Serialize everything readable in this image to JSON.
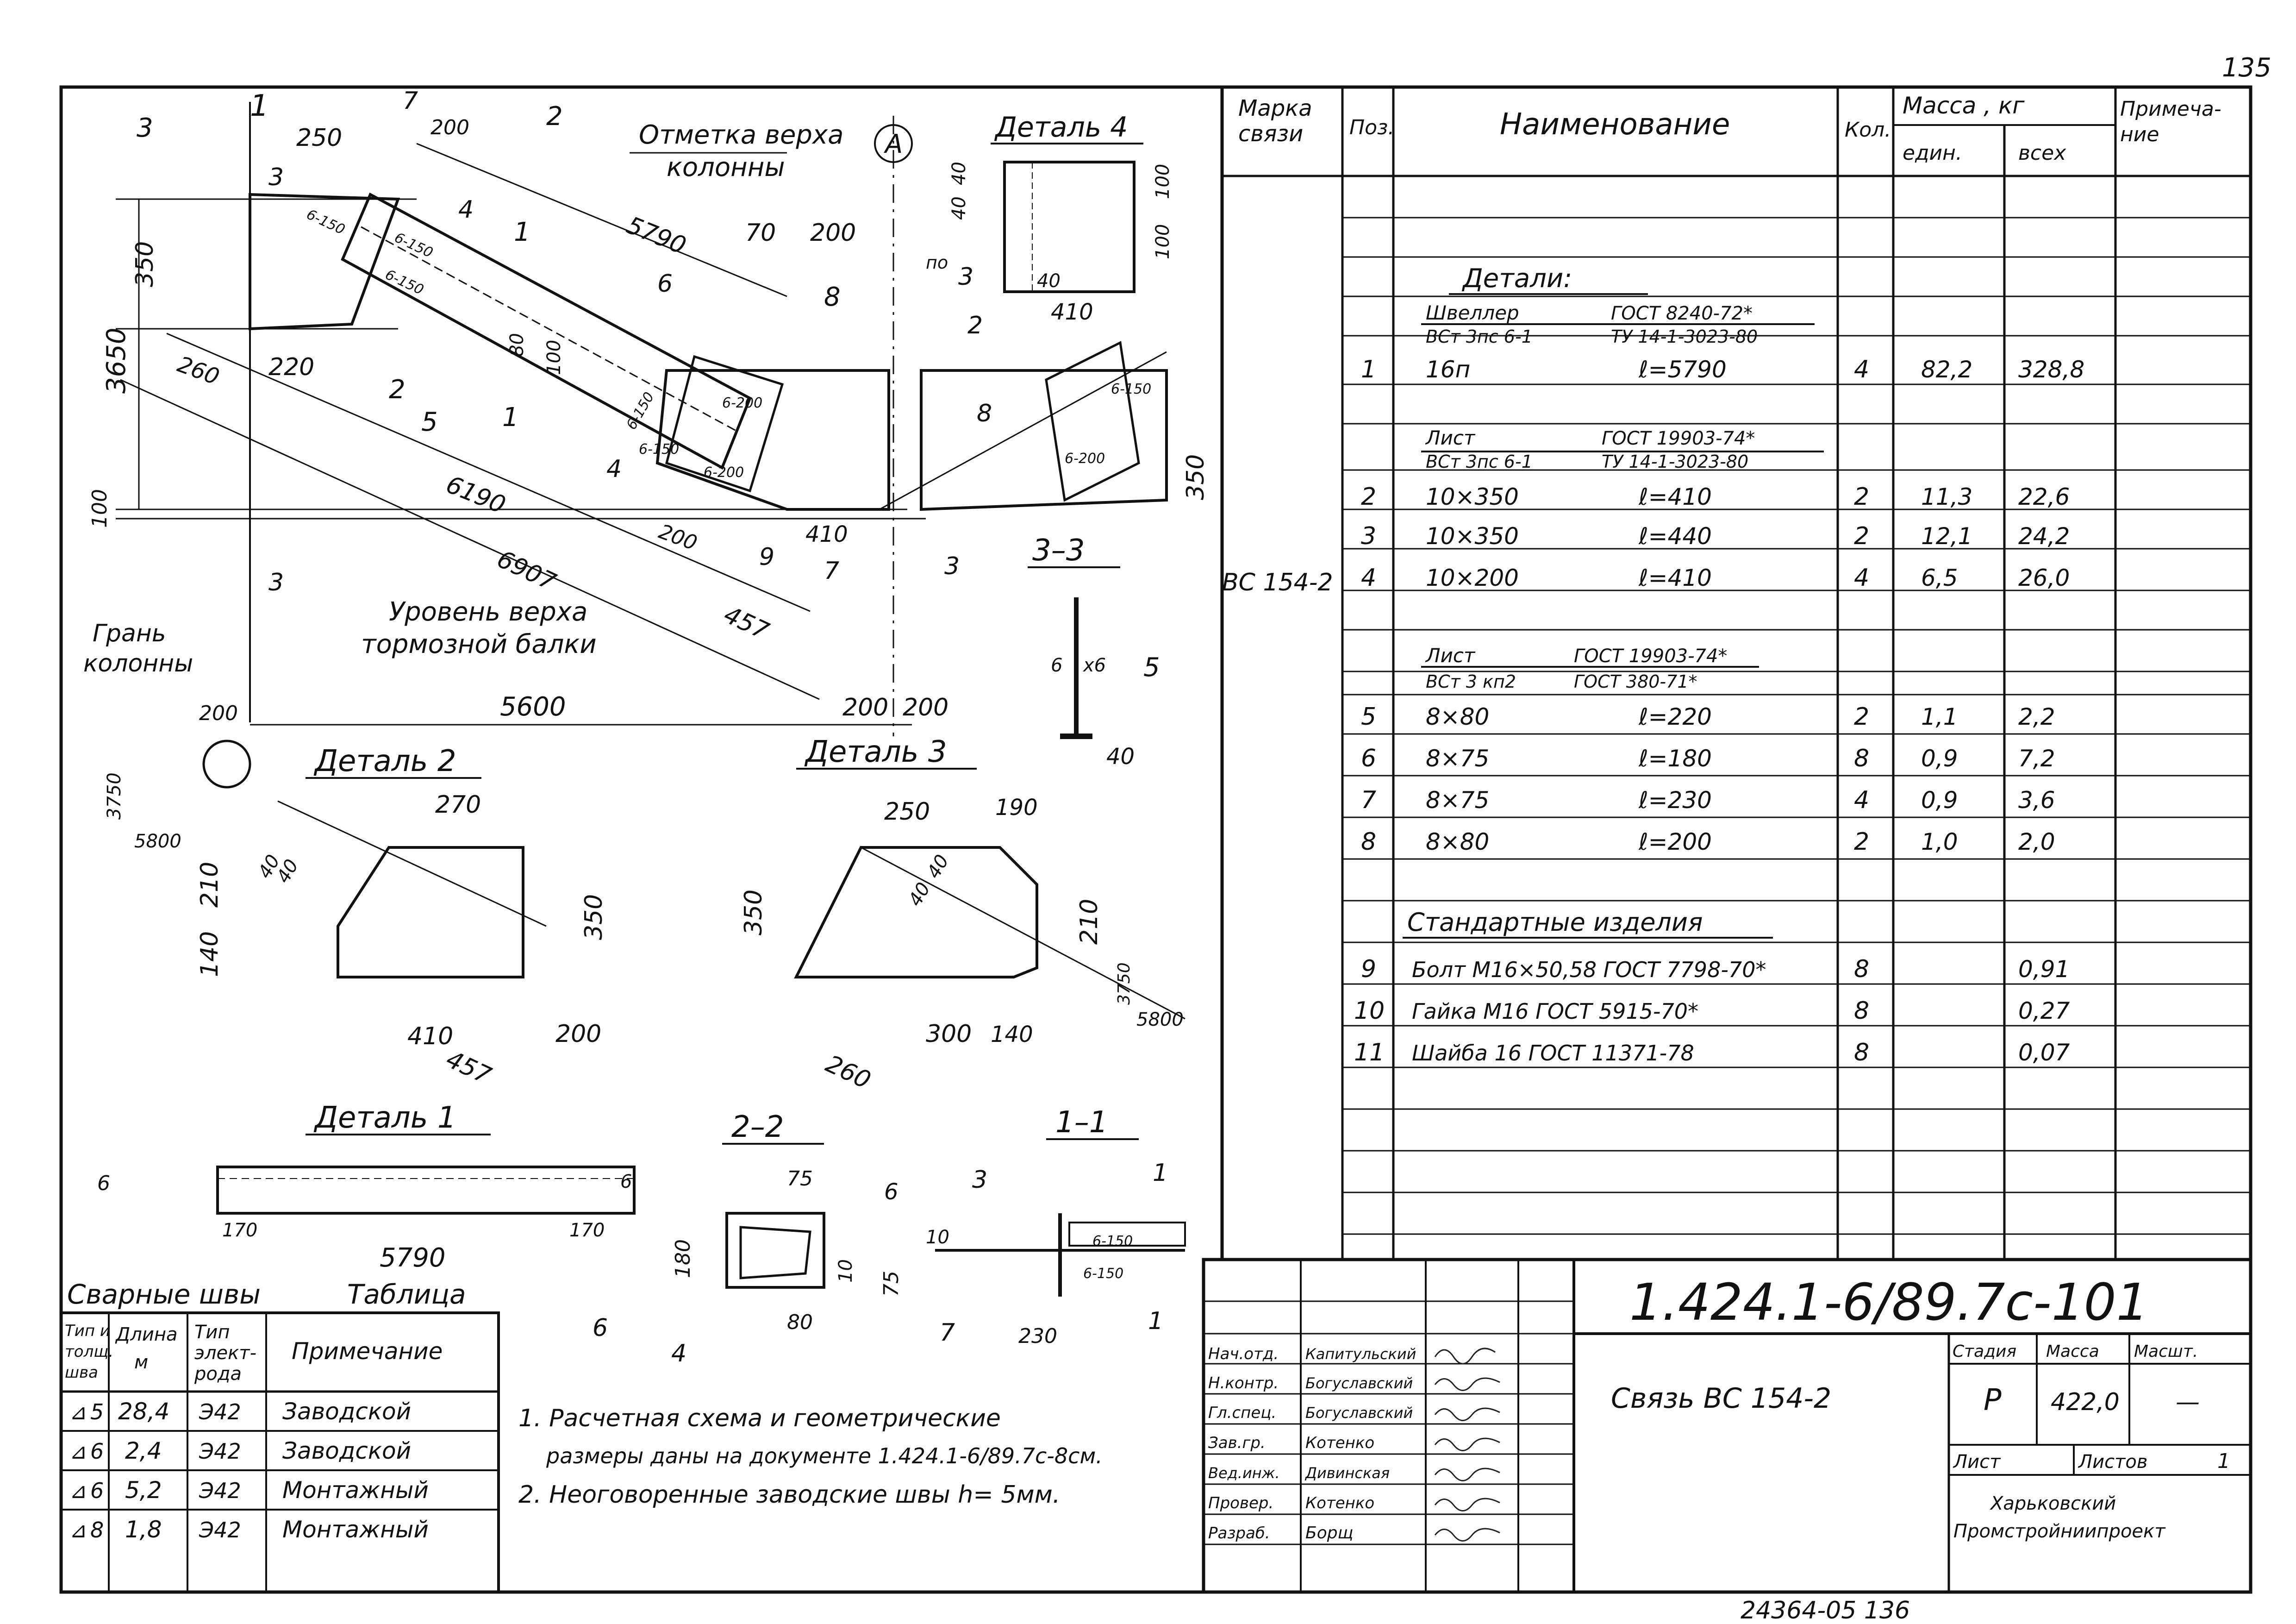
{
  "sheet_number": "135",
  "drawing_code": "1.424.1-6/89.7с-101",
  "archive_number": "24364-05   136",
  "title": "Связь  ВС 154-2",
  "main_view": {
    "column_top_label_1": "Отметка верха",
    "column_top_label_2": "колонны",
    "brake_beam_label_1": "Уровень верха",
    "brake_beam_label_2": "тормозной балки",
    "column_face_label_1": "Грань",
    "column_face_label_2": "колонны",
    "axis_letter": "А",
    "dimensions": {
      "d250": "250",
      "d200": "200",
      "d5790": "5790",
      "d70": "70",
      "d200b": "200",
      "d350": "350",
      "d3650": "3650",
      "d260": "260",
      "d220": "220",
      "d80": "80",
      "d100": "100",
      "d6190": "6190",
      "d6907": "6907",
      "d457": "457",
      "d410": "410",
      "d5600": "5600",
      "d200c": "200",
      "d200d": "200",
      "d200e": "200",
      "d100b": "100",
      "d350b": "350",
      "d200f": "200"
    },
    "weld_labels": [
      "6-150",
      "6-150",
      "6-150",
      "6-150",
      "6-200",
      "6-200",
      "6-150",
      "6-150",
      "6-200"
    ],
    "positions": [
      "3",
      "7",
      "4",
      "1",
      "2",
      "5",
      "6",
      "8",
      "2",
      "8",
      "4",
      "9",
      "7"
    ],
    "section_marks": [
      "1",
      "2",
      "1",
      "2",
      "3",
      "3",
      "3",
      "3"
    ],
    "section_mark_prefix": "по"
  },
  "detail_4": {
    "title": "Деталь 4",
    "dims": [
      "40",
      "40",
      "100",
      "100",
      "40",
      "410"
    ]
  },
  "section_3_3": {
    "title": "3–3",
    "weld": "6",
    "weld_x": "х6",
    "pos": "5",
    "dim": "40"
  },
  "detail_2": {
    "title": "Деталь 2",
    "slope_top": "3750",
    "slope_bottom": "5800",
    "dims": [
      "270",
      "210",
      "40",
      "40",
      "140",
      "350",
      "410",
      "457",
      "200"
    ]
  },
  "detail_3": {
    "title": "Деталь 3",
    "dims": [
      "250",
      "190",
      "350",
      "40",
      "40",
      "210",
      "300",
      "140",
      "260"
    ],
    "slope_top": "3750",
    "slope_bottom": "5800"
  },
  "detail_1": {
    "title": "Деталь 1",
    "dims": [
      "6",
      "6",
      "170",
      "170",
      "5790"
    ]
  },
  "section_2_2": {
    "title": "2–2",
    "dims": [
      "75",
      "6",
      "180",
      "10",
      "80"
    ],
    "positions": [
      "6",
      "4"
    ]
  },
  "section_1_1": {
    "title": "1–1",
    "dims": [
      "10",
      "75",
      "230"
    ],
    "welds": [
      "6-150",
      "6-150"
    ],
    "positions": [
      "3",
      "1",
      "7",
      "1"
    ]
  },
  "weld_table": {
    "title_left": "Сварные  швы",
    "title_right": "Таблица",
    "headers": [
      [
        "Тип и",
        "толщ.",
        "шва"
      ],
      [
        "Длина",
        "м"
      ],
      [
        "Тип",
        "элект-",
        "рода"
      ],
      [
        "Примечание"
      ]
    ],
    "rows": [
      {
        "type": "5",
        "length": "28,4",
        "electrode": "Э42",
        "note": "Заводской"
      },
      {
        "type": "6",
        "length": "2,4",
        "electrode": "Э42",
        "note": "Заводской"
      },
      {
        "type": "6",
        "length": "5,2",
        "electrode": "Э42",
        "note": "Монтажный"
      },
      {
        "type": "8",
        "length": "1,8",
        "electrode": "Э42",
        "note": "Монтажный"
      }
    ]
  },
  "notes": [
    "1. Расчетная  схема  и геометрические",
    "размеры  даны  на документе  1.424.1-6/89.7с-8см.",
    "2. Неоговоренные  заводские  швы  h= 5мм."
  ],
  "spec": {
    "headers": {
      "mark": [
        "Марка",
        "связи"
      ],
      "pos": "Поз.",
      "name": "Наименование",
      "qty": "Кол.",
      "mass": "Масса ,  кг",
      "unit": "един.",
      "total": "всех",
      "note": [
        "Примеча-",
        "ние"
      ]
    },
    "mark": "ВС 154-2",
    "section_details": "Детали:",
    "group1": {
      "left1": "Швеллер",
      "right1": "ГОСТ 8240-72*",
      "left2": "ВСт 3пс 6-1",
      "right2": "ТУ 14-1-3023-80"
    },
    "group2": {
      "left1": "Лист",
      "right1": "ГОСТ 19903-74*",
      "left2": "ВСт 3пс 6-1",
      "right2": "ТУ 14-1-3023-80"
    },
    "group3": {
      "left1": "Лист",
      "right1": "ГОСТ 19903-74*",
      "left2": "ВСт 3 кп2",
      "right2": "ГОСТ  380-71*"
    },
    "section_standard": "Стандартные  изделия",
    "rows": [
      {
        "pos": "1",
        "size": "16п",
        "length": "ℓ=5790",
        "qty": "4",
        "unit": "82,2",
        "total": "328,8"
      },
      {
        "pos": "2",
        "size": "10×350",
        "length": "ℓ=410",
        "qty": "2",
        "unit": "11,3",
        "total": "22,6"
      },
      {
        "pos": "3",
        "size": "10×350",
        "length": "ℓ=440",
        "qty": "2",
        "unit": "12,1",
        "total": "24,2"
      },
      {
        "pos": "4",
        "size": "10×200",
        "length": "ℓ=410",
        "qty": "4",
        "unit": "6,5",
        "total": "26,0"
      },
      {
        "pos": "5",
        "size": "8×80",
        "length": "ℓ=220",
        "qty": "2",
        "unit": "1,1",
        "total": "2,2"
      },
      {
        "pos": "6",
        "size": "8×75",
        "length": "ℓ=180",
        "qty": "8",
        "unit": "0,9",
        "total": "7,2"
      },
      {
        "pos": "7",
        "size": "8×75",
        "length": "ℓ=230",
        "qty": "4",
        "unit": "0,9",
        "total": "3,6"
      },
      {
        "pos": "8",
        "size": "8×80",
        "length": "ℓ=200",
        "qty": "2",
        "unit": "1,0",
        "total": "2,0"
      }
    ],
    "std_rows": [
      {
        "pos": "9",
        "name": "Болт  М16×50,58  ГОСТ 7798-70*",
        "qty": "8",
        "total": "0,91"
      },
      {
        "pos": "10",
        "name": "Гайка  М16  ГОСТ 5915-70*",
        "qty": "8",
        "total": "0,27"
      },
      {
        "pos": "11",
        "name": "Шайба  16  ГОСТ 11371-78",
        "qty": "8",
        "total": "0,07"
      }
    ]
  },
  "title_block": {
    "signatures": [
      {
        "role": "Нач.отд.",
        "name": "Капитульский"
      },
      {
        "role": "Н.контр.",
        "name": "Богуславский"
      },
      {
        "role": "Гл.спец.",
        "name": "Богуславский"
      },
      {
        "role": "Зав.гр.",
        "name": "Котенко"
      },
      {
        "role": "Вед.инж.",
        "name": "Дивинская"
      },
      {
        "role": "Провер.",
        "name": "Котенко"
      },
      {
        "role": "Разраб.",
        "name": "Борщ"
      }
    ],
    "stage_label": "Стадия",
    "mass_label": "Масса",
    "scale_label": "Масшт.",
    "stage": "Р",
    "mass": "422,0",
    "scale": "—",
    "sheet_label": "Лист",
    "sheets_label": "Листов",
    "sheets": "1",
    "org_1": "Харьковский",
    "org_2": "Промстройниипроект"
  }
}
